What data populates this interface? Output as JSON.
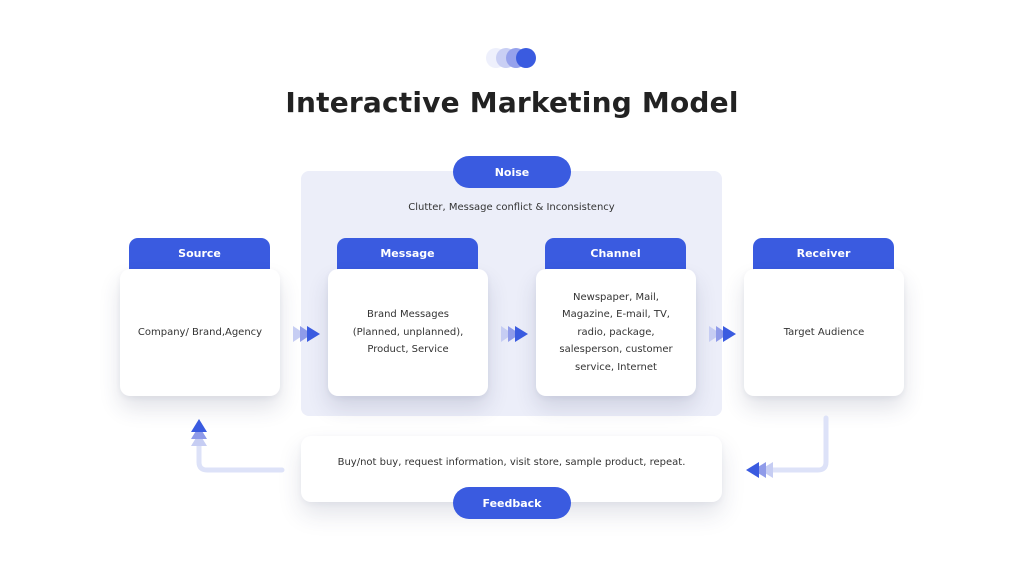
{
  "title": "Interactive Marketing Model",
  "noise": {
    "label": "Noise",
    "description": "Clutter, Message conflict & Inconsistency"
  },
  "nodes": {
    "source": {
      "label": "Source",
      "text": "Company/ Brand,Agency"
    },
    "message": {
      "label": "Message",
      "text": "Brand Messages (Planned, unplanned), Product, Service"
    },
    "channel": {
      "label": "Channel",
      "text": "Newspaper, Mail, Magazine, E-mail, TV, radio, package, salesperson, customer service, Internet"
    },
    "receiver": {
      "label": "Receiver",
      "text": "Target Audience"
    }
  },
  "feedback": {
    "label": "Feedback",
    "text": "Buy/not buy, request information, visit store, sample product, repeat."
  },
  "colors": {
    "accent": "#3a5be0",
    "panel": "#eceef9",
    "connector": "#dde2f8"
  }
}
